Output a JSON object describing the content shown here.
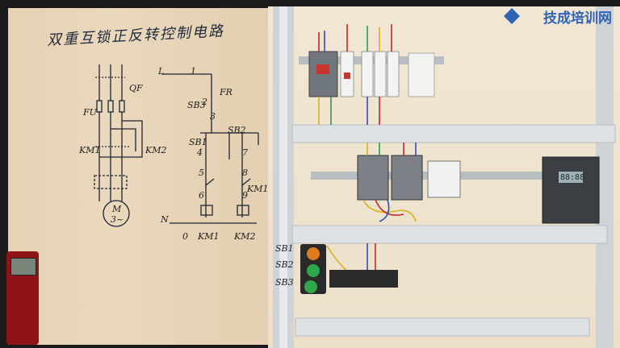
{
  "board": {
    "title": "双重互锁正反转控制电路",
    "labels": {
      "fu": "FU",
      "qf": "QF",
      "km1_main": "KM1",
      "km2_main": "KM2",
      "motor_m": "M",
      "motor_3": "3~",
      "l": "L",
      "one": "1",
      "fr": "FR",
      "two": "2",
      "sb3": "SB3",
      "three": "3",
      "sb1": "SB1",
      "sb2": "SB2",
      "four": "4",
      "seven": "7",
      "five": "5",
      "eight": "8",
      "six": "6",
      "nine": "9",
      "km1_aux": "KM1",
      "n": "N",
      "zero": "0",
      "km1_coil": "KM1",
      "km2_coil": "KM2"
    }
  },
  "cabinet": {
    "logo_text": "技成培训网",
    "button_labels": [
      "SB1",
      "SB2",
      "SB3"
    ],
    "timer_display": "88:88"
  },
  "colors": {
    "wire_red": "#c8262b",
    "wire_blue": "#2c4fb8",
    "wire_yellow": "#d7b21c",
    "wire_green": "#2f9a47",
    "brand_blue": "#2f63b6"
  }
}
